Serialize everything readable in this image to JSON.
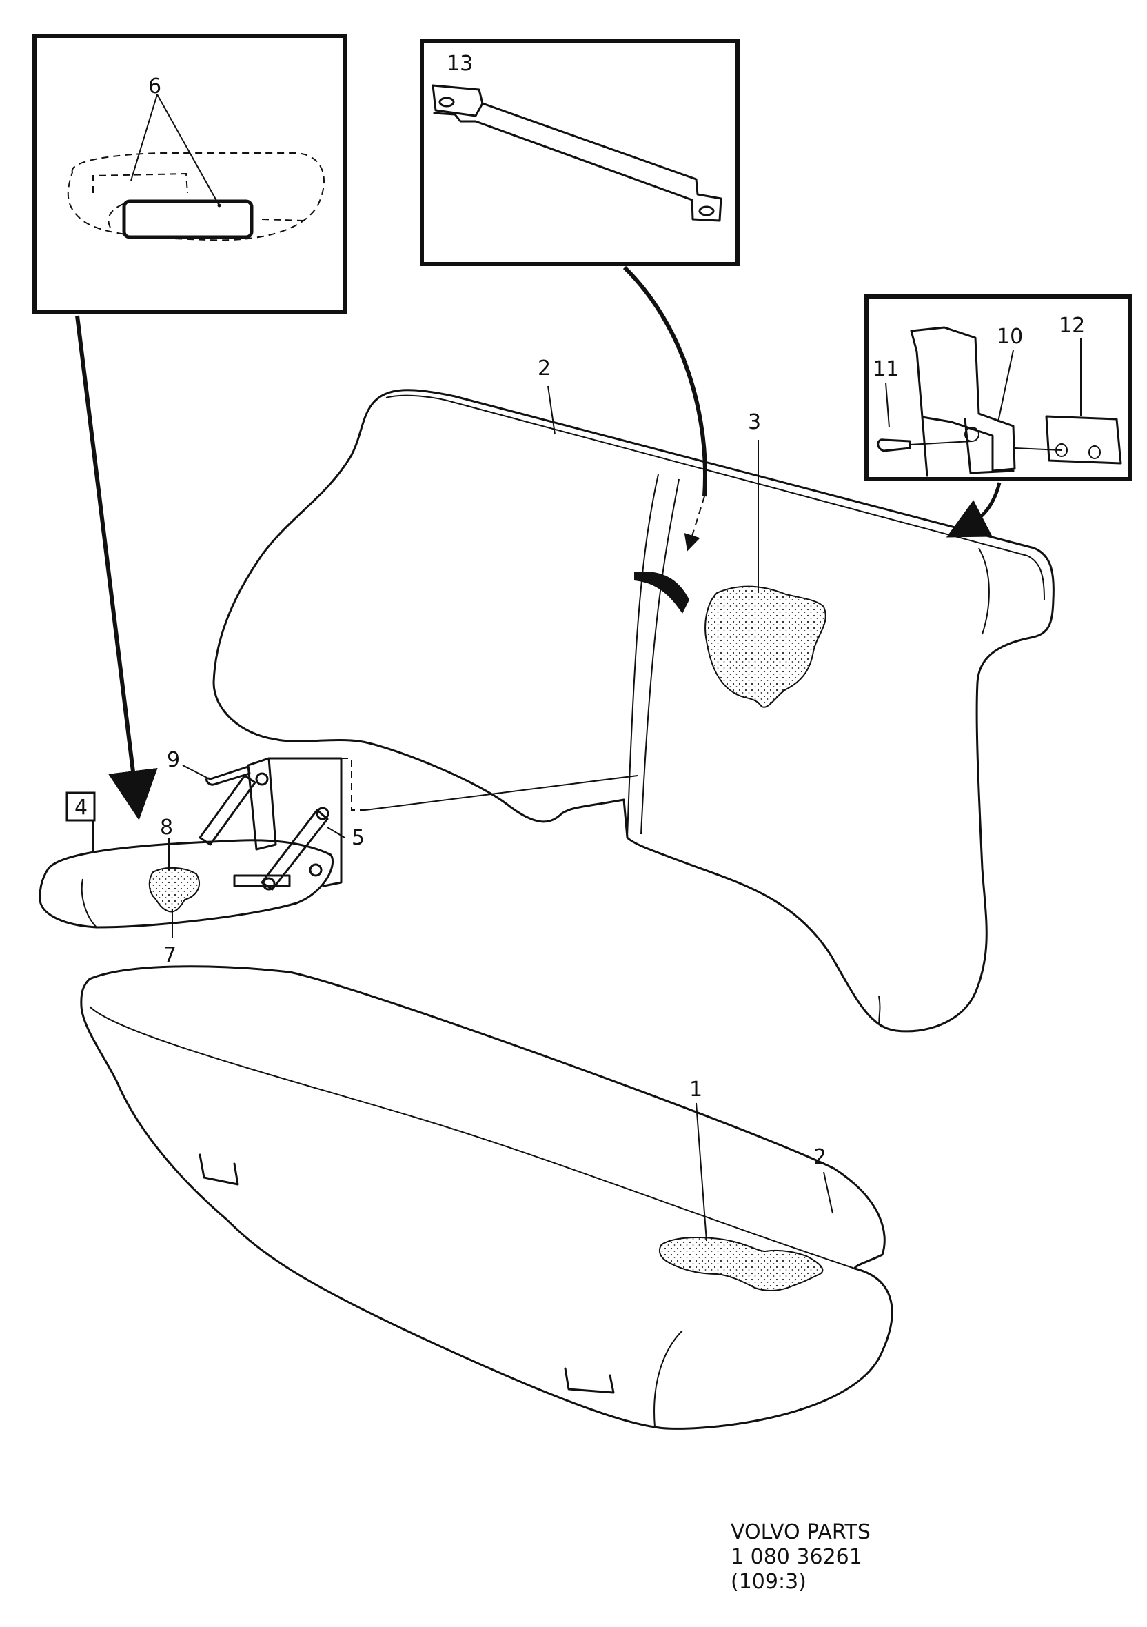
{
  "callouts": {
    "c1": "1",
    "c2_back": "2",
    "c2_cushion": "2",
    "c3": "3",
    "c4": "4",
    "c5": "5",
    "c6": "6",
    "c7": "7",
    "c8": "8",
    "c9": "9",
    "c10": "10",
    "c11": "11",
    "c12": "12",
    "c13": "13"
  },
  "footer": {
    "brand": "VOLVO  PARTS",
    "part_number": "1  080  36261",
    "ref": "(109:3)"
  }
}
